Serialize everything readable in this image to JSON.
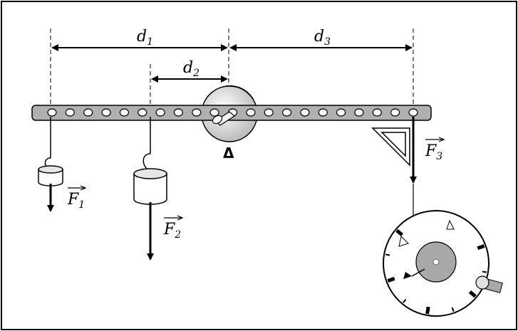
{
  "labels": {
    "d1": "d",
    "d1_sub": "1",
    "d2": "d",
    "d2_sub": "2",
    "d3": "d",
    "d3_sub": "3",
    "f1": "F",
    "f1_sub": "1",
    "f2": "F",
    "f2_sub": "2",
    "f3": "F",
    "f3_sub": "3",
    "fulcrum_symbol": "Δ"
  },
  "colors": {
    "bar_fill": "#b0b0b0",
    "hole_fill": "#ffffff",
    "pivot_disc": "#d8d8d8",
    "dial_hub": "#a8a8a8",
    "border": "#000000"
  },
  "beam": {
    "hole_count": 21
  },
  "icons": {
    "pivot": "pivot-disc-icon",
    "weight1": "hanging-weight-icon",
    "weight2": "hanging-weight-icon",
    "square": "set-square-icon",
    "dial": "spring-scale-dial-icon"
  }
}
